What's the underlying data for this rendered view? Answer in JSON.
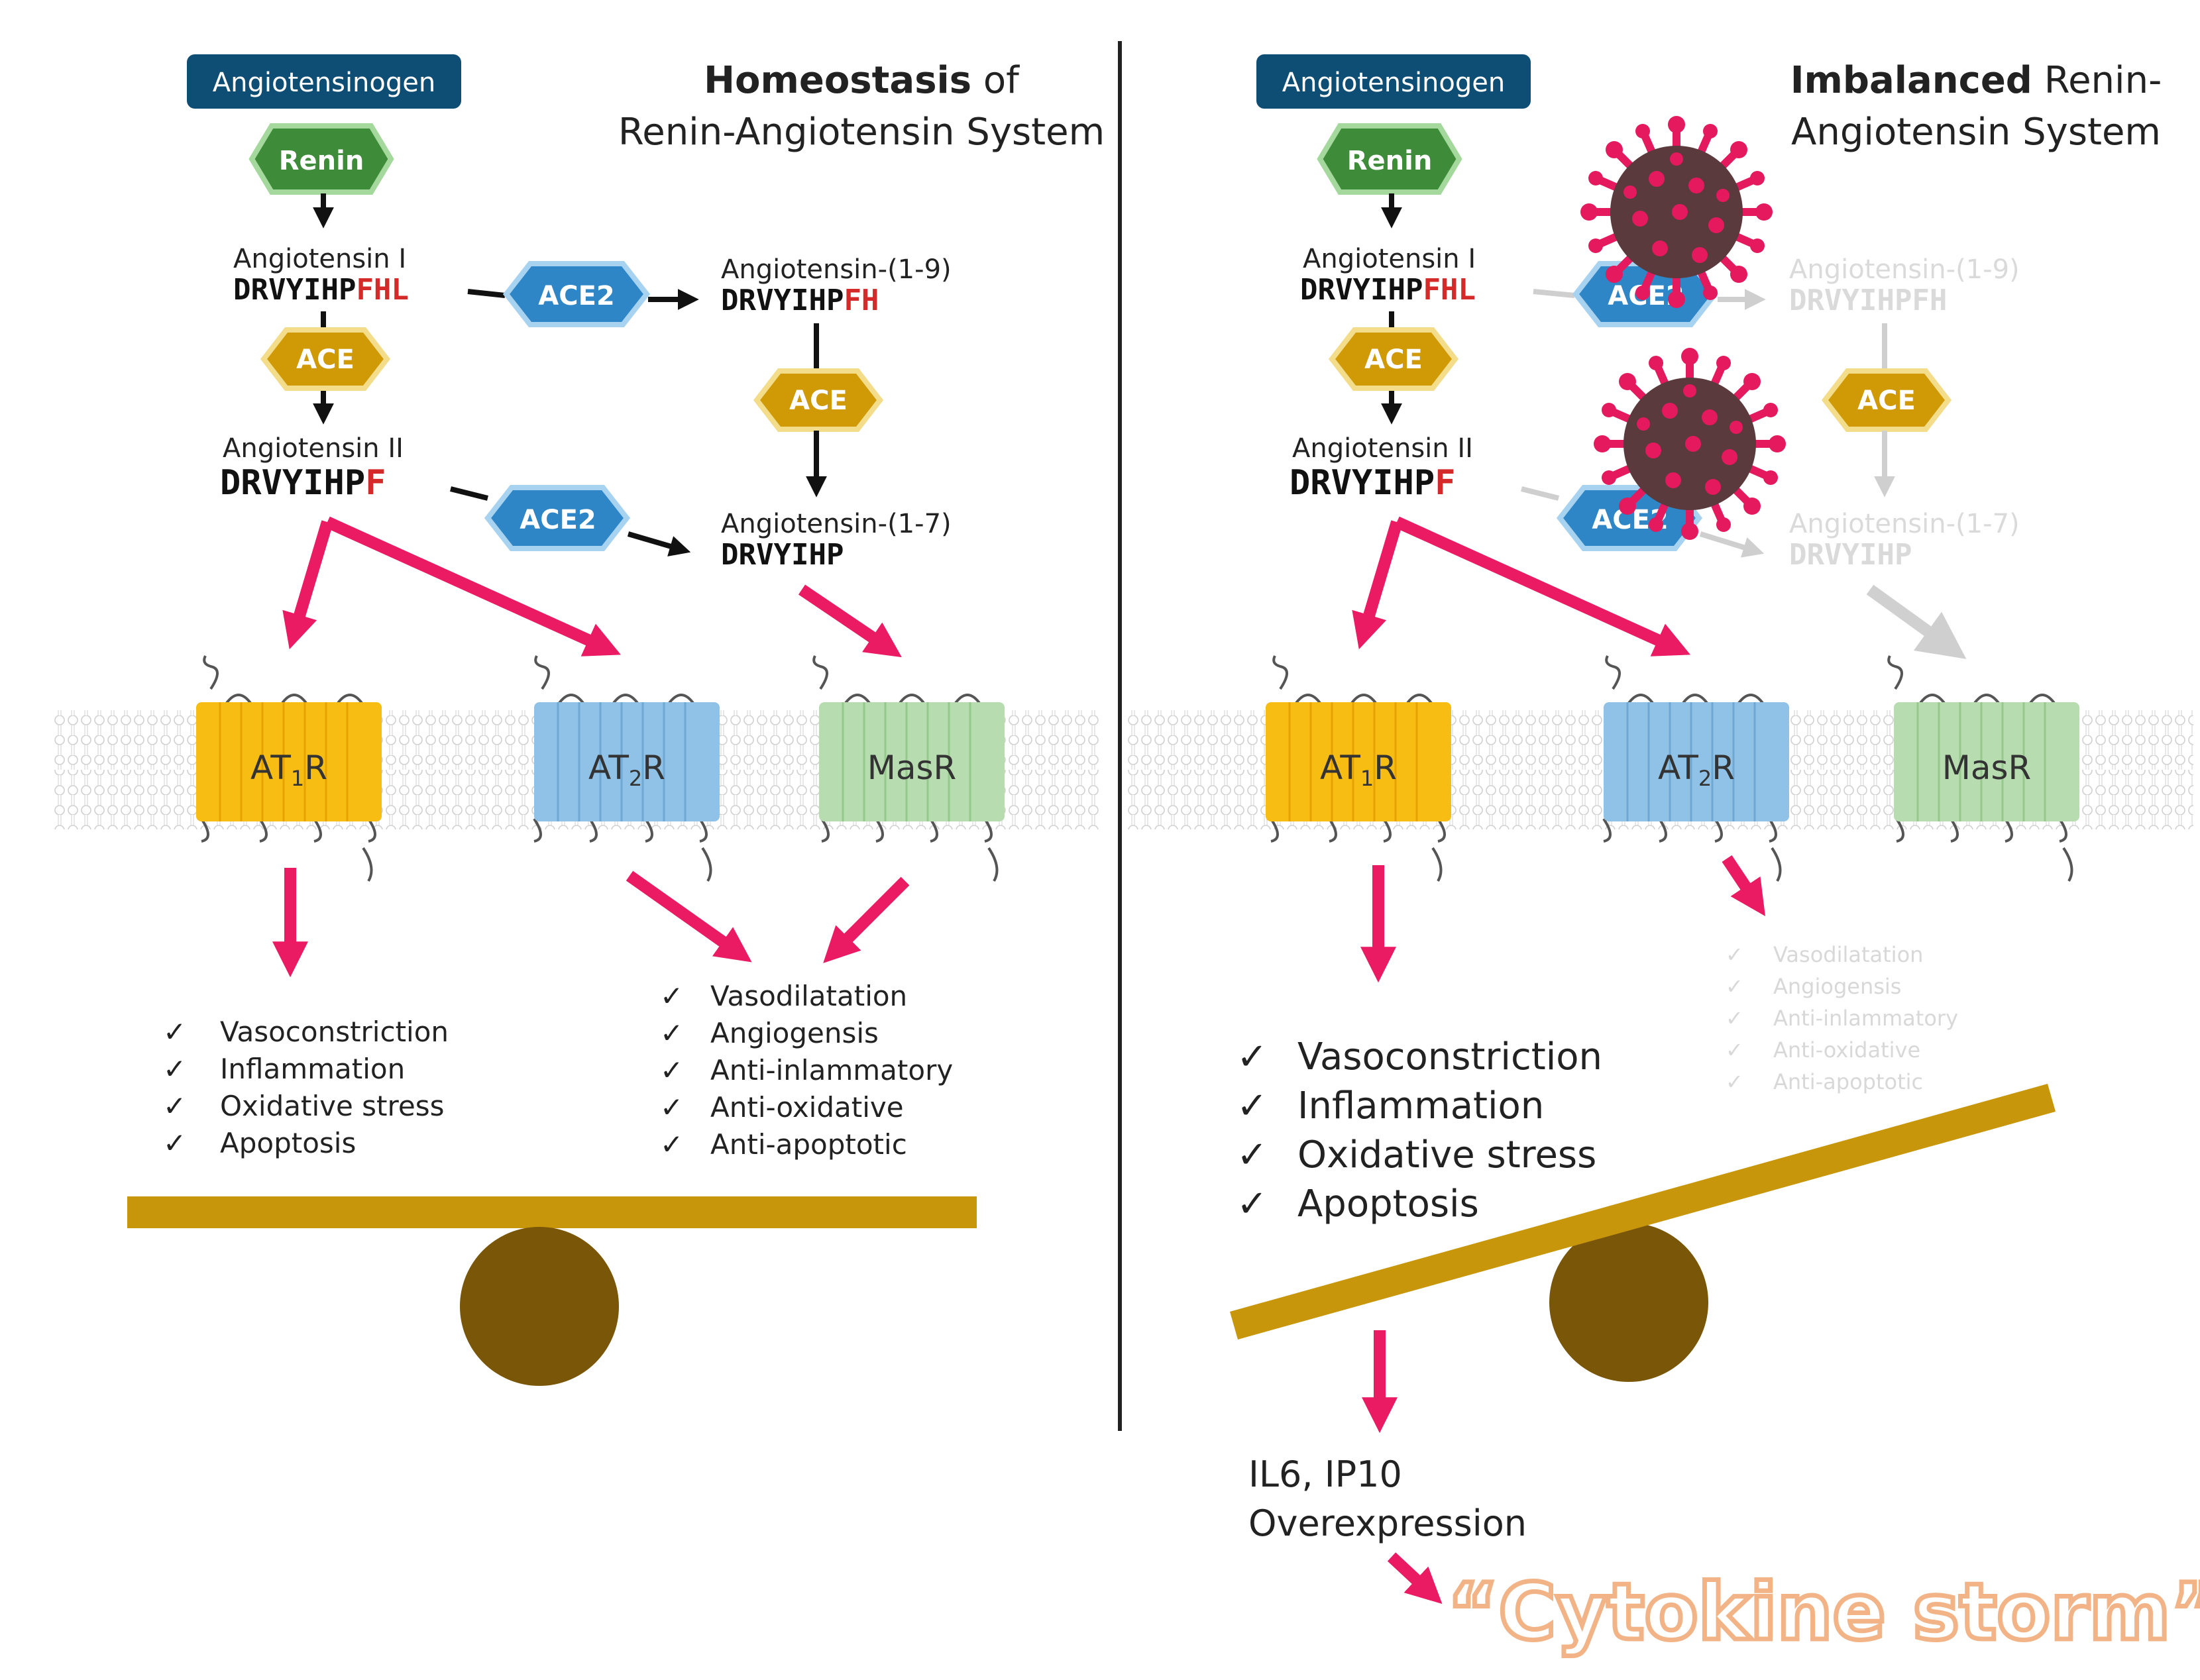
{
  "colors": {
    "pink": "#ea1a63",
    "black": "#111111",
    "faded": "#cfcfcf",
    "fadedText": "#dadada",
    "navy": "#0e4d74",
    "green": "#3e8c3a",
    "gold": "#cf9a05",
    "blue": "#2f86c6",
    "at1": "#f7bd12",
    "at2": "#8fc2e6",
    "mas": "#b6dcaf",
    "seesaw": "#c8960a",
    "fulcrum": "#7a5608",
    "red": "#d42a2a",
    "virus": "#5a3a3c",
    "spike": "#e4195e",
    "storm": "#f2b486"
  },
  "left": {
    "title_bold": "Homeostasis",
    "title_rest": " of",
    "title_line2": "Renin-Angiotensin System",
    "angiotensinogen": "Angiotensinogen",
    "renin": "Renin",
    "ang1_label": "Angiotensin I",
    "ang1_seq_black": "DRVYIHP",
    "ang1_seq_red": "FHL",
    "ace2_top": "ACE2",
    "ang19_label": "Angiotensin-(1-9)",
    "ang19_seq_black": "DRVYIHP",
    "ang19_seq_red": "FH",
    "ace_left": "ACE",
    "ace_right": "ACE",
    "ang2_label": "Angiotensin II",
    "ang2_seq_black": "DRVYIHP",
    "ang2_seq_red": "F",
    "ace2_bottom": "ACE2",
    "ang17_label": "Angiotensin-(1-7)",
    "ang17_seq": "DRVYIHP",
    "at1r": "AT",
    "at1r_sub": "1",
    "at2r": "AT",
    "at2r_sub": "2",
    "receptor_suffix": "R",
    "masr": "MasR",
    "effects_at1": [
      "Vasoconstriction",
      "Inflammation",
      "Oxidative stress",
      "Apoptosis"
    ],
    "effects_at2": [
      "Vasodilatation",
      "Angiogensis",
      "Anti-inlammatory",
      "Anti-oxidative",
      "Anti-apoptotic"
    ]
  },
  "right": {
    "title_bold": "Imbalanced",
    "title_rest": " Renin-",
    "title_line2": "Angiotensin System",
    "angiotensinogen": "Angiotensinogen",
    "renin": "Renin",
    "ang1_label": "Angiotensin I",
    "ang1_seq_black": "DRVYIHP",
    "ang1_seq_red": "FHL",
    "ace2_top": "ACE2",
    "ang19_label": "Angiotensin-(1-9)",
    "ang19_seq": "DRVYIHPFH",
    "ace_left": "ACE",
    "ace_right": "ACE",
    "ang2_label": "Angiotensin II",
    "ang2_seq_black": "DRVYIHP",
    "ang2_seq_red": "F",
    "ace2_bottom": "ACE2",
    "ang17_label": "Angiotensin-(1-7)",
    "ang17_seq": "DRVYIHP",
    "at1r": "AT",
    "at1r_sub": "1",
    "at2r": "AT",
    "at2r_sub": "2",
    "receptor_suffix": "R",
    "masr": "MasR",
    "effects_at1": [
      "Vasoconstriction",
      "Inflammation",
      "Oxidative stress",
      "Apoptosis"
    ],
    "effects_at2": [
      "Vasodilatation",
      "Angiogensis",
      "Anti-inlammatory",
      "Anti-oxidative",
      "Anti-apoptotic"
    ],
    "il_line1": "IL6, IP10",
    "il_line2": "Overexpression",
    "storm": "“Cytokine storm”"
  },
  "check": "✓"
}
